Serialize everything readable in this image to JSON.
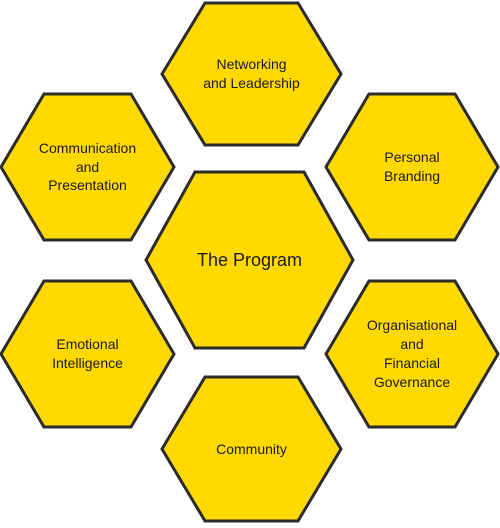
{
  "colors": {
    "hexagon_fill": "#FFD900",
    "hexagon_stroke": "#2B2B2B",
    "text": "#1A1A1A",
    "background": "#FFFFFF"
  },
  "hexagons": {
    "center": {
      "lines": [
        "The Program"
      ]
    },
    "top": {
      "lines": [
        "Networking",
        "and Leadership"
      ]
    },
    "upper_left": {
      "lines": [
        "Communication",
        "and",
        "Presentation"
      ]
    },
    "upper_right": {
      "lines": [
        "Personal",
        "Branding"
      ]
    },
    "lower_left": {
      "lines": [
        "Emotional",
        "Intelligence"
      ]
    },
    "lower_right": {
      "lines": [
        "Organisational",
        "and",
        "Financial",
        "Governance"
      ]
    },
    "bottom": {
      "lines": [
        "Community"
      ]
    }
  }
}
